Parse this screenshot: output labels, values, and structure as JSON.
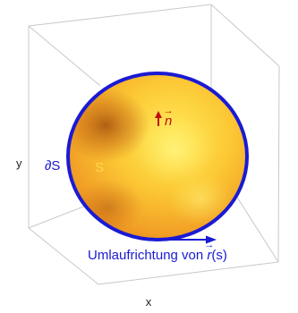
{
  "axes": {
    "x": "x",
    "y": "y"
  },
  "labels": {
    "boundary": "∂S",
    "surface": "S",
    "normal_symbol": "n",
    "orientation_text": "Umlaufrichtung von ",
    "orientation_vector": "r",
    "orientation_arg": "(s)"
  },
  "colors": {
    "boundary_blue": "#1a1ad4",
    "normal_red": "#c01010",
    "surface_light": "#ffe95a",
    "surface_mid": "#f5b026",
    "surface_dark": "#b85a12",
    "box_lines": "#c8c8c8"
  }
}
